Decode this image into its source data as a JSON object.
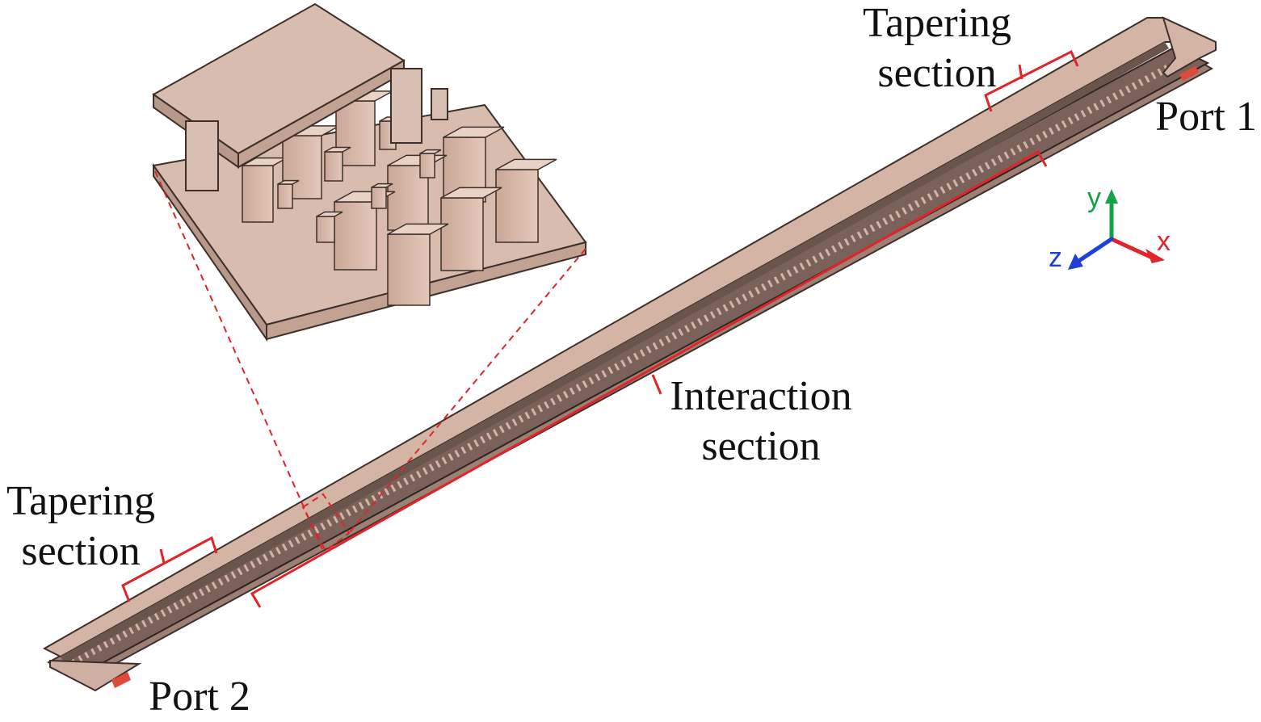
{
  "labels": {
    "tapering_top": [
      "Tapering",
      "section"
    ],
    "tapering_bottom": [
      "Tapering",
      "section"
    ],
    "interaction": [
      "Interaction",
      "section"
    ],
    "port1": "Port 1",
    "port2": "Port 2"
  },
  "axes": {
    "x": "x",
    "y": "y",
    "z": "z"
  },
  "colors": {
    "metal_top": "#d4b5a5",
    "metal_side": "#b8998a",
    "metal_dark": "#5b4a42",
    "bracket": "#e0242a",
    "port": "#e04a3c",
    "axis_x": "#e0242a",
    "axis_y": "#13a24a",
    "axis_z": "#1f3fd6"
  }
}
